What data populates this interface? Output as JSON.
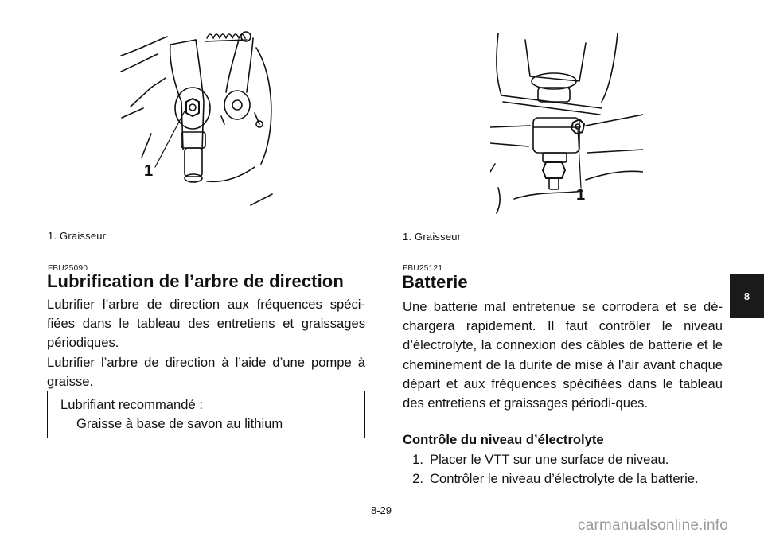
{
  "left_column": {
    "figure_callout": "1",
    "caption": "1.  Graisseur",
    "section_code": "FBU25090",
    "heading": "Lubrification de l’arbre de direction",
    "paragraphs": [
      "Lubrifier l’arbre de direction aux fréquences spéci-fiées dans le tableau des entretiens et graissages périodiques.",
      "Lubrifier l’arbre de direction à l’aide d’une pompe à graisse."
    ],
    "lubricant_box": {
      "label": "Lubrifiant recommandé :",
      "value": "Graisse à base de savon au lithium"
    }
  },
  "right_column": {
    "figure_callout": "1",
    "caption": "1.  Graisseur",
    "section_code": "FBU25121",
    "heading": "Batterie",
    "paragraph": "Une batterie mal entretenue se corrodera et se dé-chargera rapidement. Il faut contrôler le niveau d’électrolyte, la connexion des câbles de batterie et le cheminement de la durite de mise à l’air avant chaque départ et aux fréquences spécifiées dans le tableau des entretiens et graissages périodi-ques.",
    "subheading": "Contrôle du niveau d’électrolyte",
    "steps": [
      {
        "num": "1.",
        "text": "Placer le VTT sur une surface de niveau."
      },
      {
        "num": "2.",
        "text": "Contrôler le niveau d’électrolyte de la batterie."
      }
    ]
  },
  "chapter_tab": "8",
  "page_number": "8-29",
  "watermark": "carmanualsonline.info"
}
